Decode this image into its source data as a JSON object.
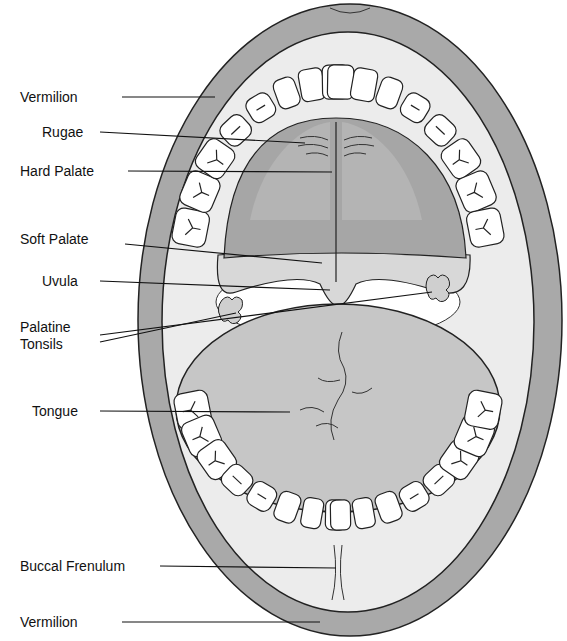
{
  "diagram": {
    "labels": [
      "Vermilion",
      "Rugae",
      "Hard Palate",
      "Soft Palate",
      "Uvula",
      "Palatine Tonsils",
      "Tongue",
      "Buccal Frenulum",
      "Vermilion"
    ]
  }
}
